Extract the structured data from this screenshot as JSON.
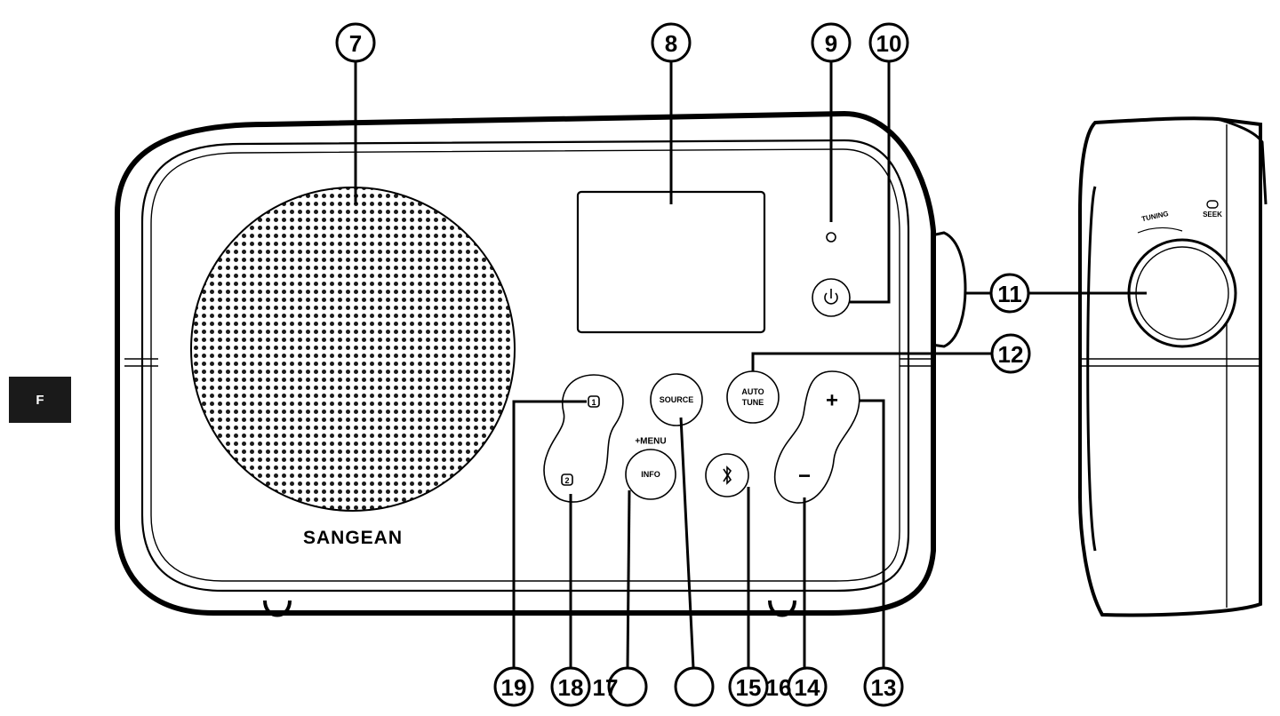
{
  "page_tab": {
    "label": "F"
  },
  "radio": {
    "brand": "SANGEAN",
    "buttons": {
      "source": "SOURCE",
      "auto_tune_line1": "AUTO",
      "auto_tune_line2": "TUNE",
      "info": "INFO",
      "menu_hint": "+MENU",
      "volume_up": "+",
      "volume_down": "−"
    },
    "side_panel": {
      "tuning_label": "TUNING",
      "seek_label": "SEEK"
    }
  },
  "callouts": {
    "c7": "7",
    "c8": "8",
    "c9": "9",
    "c10": "10",
    "c11": "11",
    "c12": "12",
    "c13": "13",
    "c14": "14",
    "c15": "15",
    "c16": "16",
    "c17": "17",
    "c18": "18",
    "c19": "19"
  },
  "colors": {
    "line": "#000000",
    "tab_bg": "#1a1a1a",
    "background": "#ffffff"
  }
}
